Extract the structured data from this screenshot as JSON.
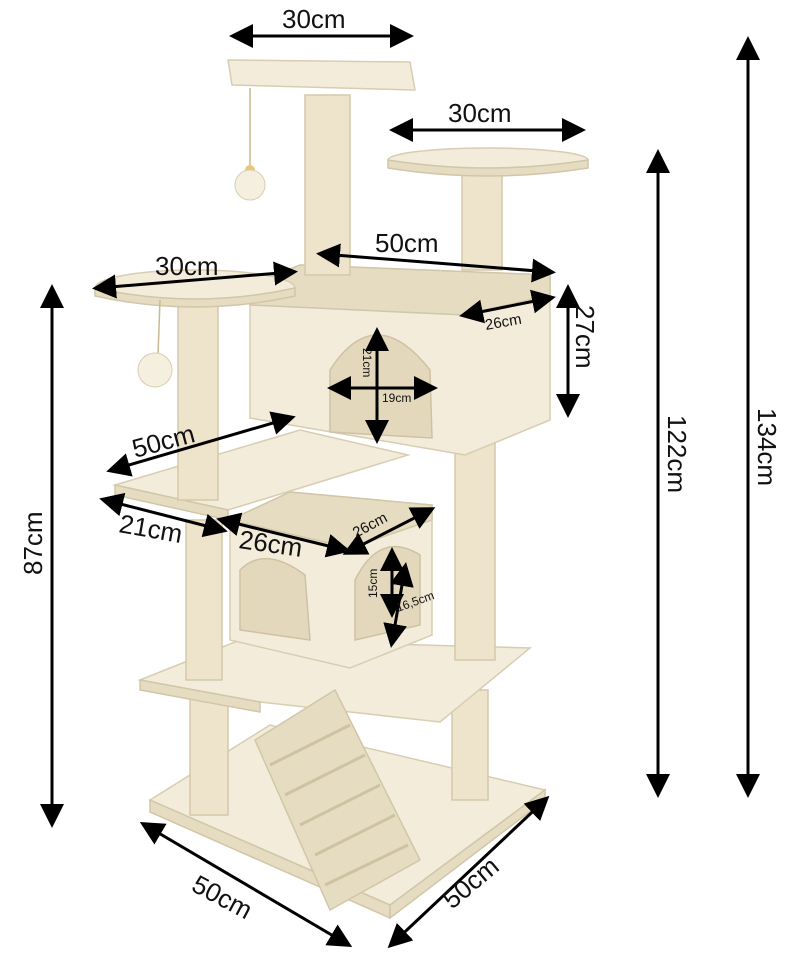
{
  "product": {
    "name": "cat tree with dimension annotations",
    "color": "#f3ecdb"
  },
  "dimensions": {
    "top_platform_width": "30cm",
    "upper_right_platform_width": "30cm",
    "left_platform_width": "30cm",
    "upper_box_width": "50cm",
    "upper_box_depth": "26cm",
    "upper_box_height": "27cm",
    "upper_hole_height": "21cm",
    "upper_hole_width": "19cm",
    "middle_shelf_width": "50cm",
    "middle_shelf_depth": "21cm",
    "lower_box_width": "26cm",
    "lower_box_depth": "26cm",
    "lower_hole_height": "15cm",
    "lower_hole_width": "16,5cm",
    "lower_section_height": "87cm",
    "right_height": "122cm",
    "total_height": "134cm",
    "base_width": "50cm",
    "base_depth": "50cm"
  }
}
